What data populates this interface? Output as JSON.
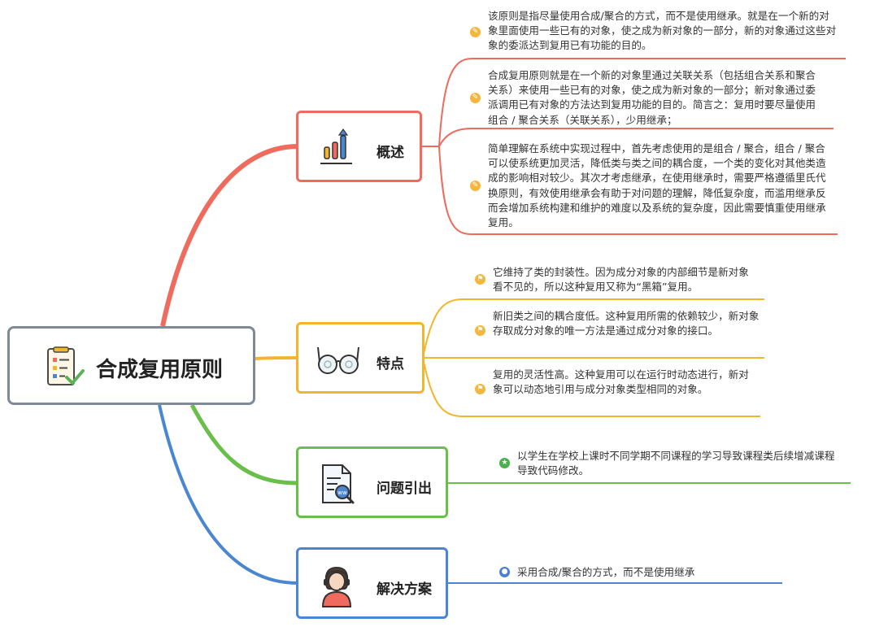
{
  "root": {
    "title": "合成复用原则",
    "icon": "checklist-icon"
  },
  "colors": {
    "root": "#7f8a99",
    "gaishu": "#ef6b5d",
    "tedian": "#f3b52c",
    "wenti": "#6abf4b",
    "jiejue": "#4a86d1"
  },
  "branches": {
    "gaishu": {
      "label": "概述",
      "icon": "bar-chart-icon",
      "items": [
        "该原则是指尽量使用合成/聚合的方式，而不是使用继承。就是在一个新的对象里面使用一些已有的对象，使之成为新对象的一部分，新的对象通过这些对象的委派达到复用已有功能的目的。",
        "合成复用原则就是在一个新的对象里通过关联关系（包括组合关系和聚合关系）来使用一些已有的对象，使之成为新对象的一部分；新对象通过委派调用已有对象的方法达到复用功能的目的。简言之：复用时要尽量使用组合 / 聚合关系（关联关系），少用继承；",
        "简单理解在系统中实现过程中，首先考虑使用的是组合 / 聚合，组合 / 聚合可以使系统更加灵活，降低类与类之间的耦合度，一个类的变化对其他类造成的影响相对较少。其次才考虑继承，在使用继承时，需要严格遵循里氏代换原则，有效使用继承会有助于对问题的理解，降低复杂度，而滥用继承反而会增加系统构建和维护的难度以及系统的复杂度，因此需要慎重使用继承复用。"
      ]
    },
    "tedian": {
      "label": "特点",
      "icon": "glasses-icon",
      "items": [
        "它维持了类的封装性。因为成分对象的内部细节是新对象看不见的，所以这种复用又称为“黑箱”复用。",
        "新旧类之间的耦合度低。这种复用所需的依赖较少，新对象存取成分对象的唯一方法是通过成分对象的接口。",
        "复用的灵活性高。这种复用可以在运行时动态进行，新对象可以动态地引用与成分对象类型相同的对象。"
      ]
    },
    "wenti": {
      "label": "问题引出",
      "icon": "web-document-icon",
      "items": [
        "以学生在学校上课时不同学期不同课程的学习导致课程类后续增减课程导致代码修改。"
      ]
    },
    "jiejue": {
      "label": "解决方案",
      "icon": "support-agent-icon",
      "items": [
        "采用合成/聚合的方式，而不是使用继承"
      ]
    }
  }
}
